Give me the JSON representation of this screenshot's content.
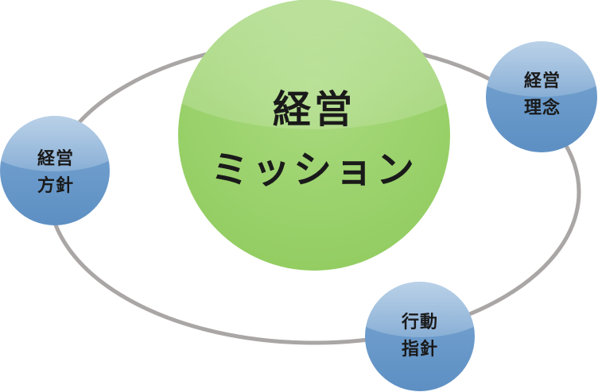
{
  "center": {
    "line1": "経営",
    "line2": "ミッション",
    "color": "#9bd16d"
  },
  "satellites": [
    {
      "line1": "経営",
      "line2": "方針"
    },
    {
      "line1": "経営",
      "line2": "理念"
    },
    {
      "line1": "行動",
      "line2": "指針"
    }
  ],
  "colors": {
    "orbit": "#aaa6a6",
    "satellite": "#6b9ac9",
    "center": "#9bd16d"
  }
}
